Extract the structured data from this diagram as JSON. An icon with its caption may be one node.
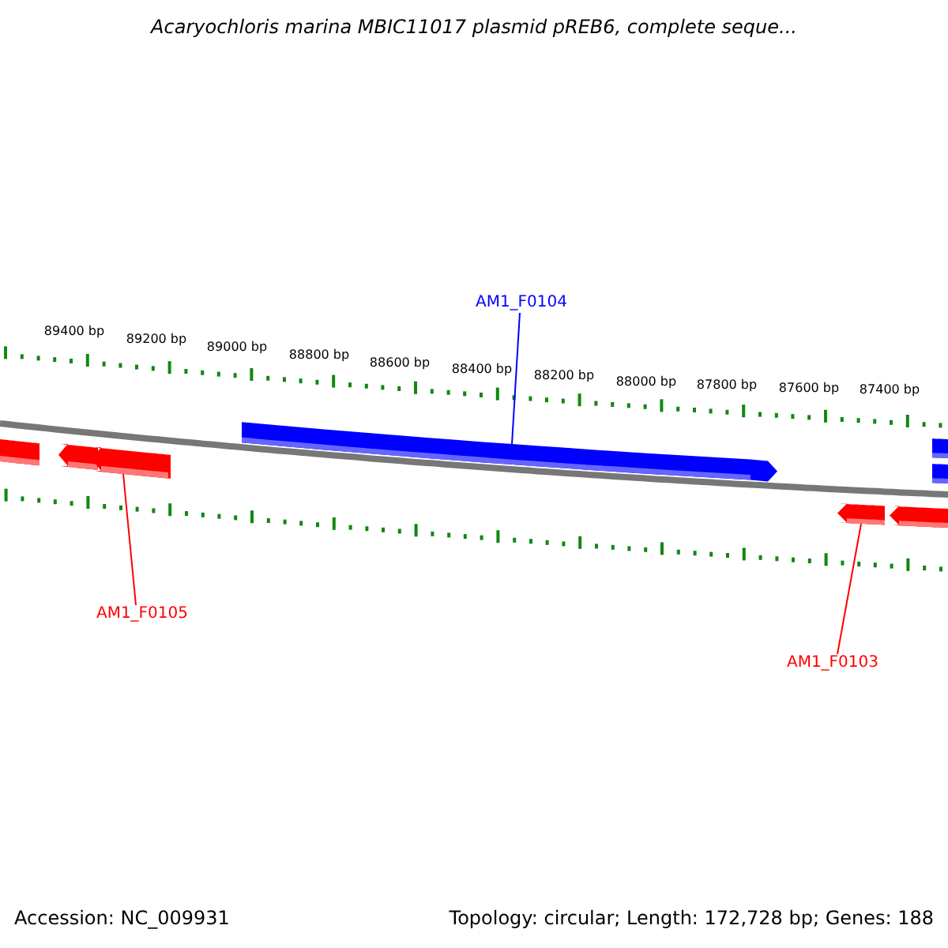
{
  "diagram": {
    "title": "Acaryochloris marina MBIC11017 plasmid pREB6, complete seque...",
    "nodes": [
      {
        "text": [
          "AM1_F0104"
        ]
      },
      {
        "text": [],
        "shape": "bar"
      },
      {
        "text": [
          "AM1_F0105"
        ]
      },
      {
        "text": [],
        "shape": "bar"
      },
      {
        "text": [
          "AM1_F0103"
        ]
      },
      {
        "text": [],
        "shape": "bar"
      }
    ],
    "edges": [
      {
        "from": 0,
        "to": 1,
        "arrow": "none",
        "color": "#0000ff"
      },
      {
        "from": 2,
        "to": 3,
        "arrow": "none"
      },
      {
        "from": 4,
        "to": 5,
        "arrow": "none"
      }
    ],
    "labels": [
      "89400 bp",
      "89200 bp",
      "89000 bp",
      "88800 bp",
      "88600 bp",
      "88400 bp",
      "88200 bp",
      "88000 bp",
      "87800 bp",
      "87600 bp",
      "87400 bp",
      "Accession: NC_009931",
      "Topology: circular; Length: 172,728 bp; Genes: 188"
    ]
  }
}
